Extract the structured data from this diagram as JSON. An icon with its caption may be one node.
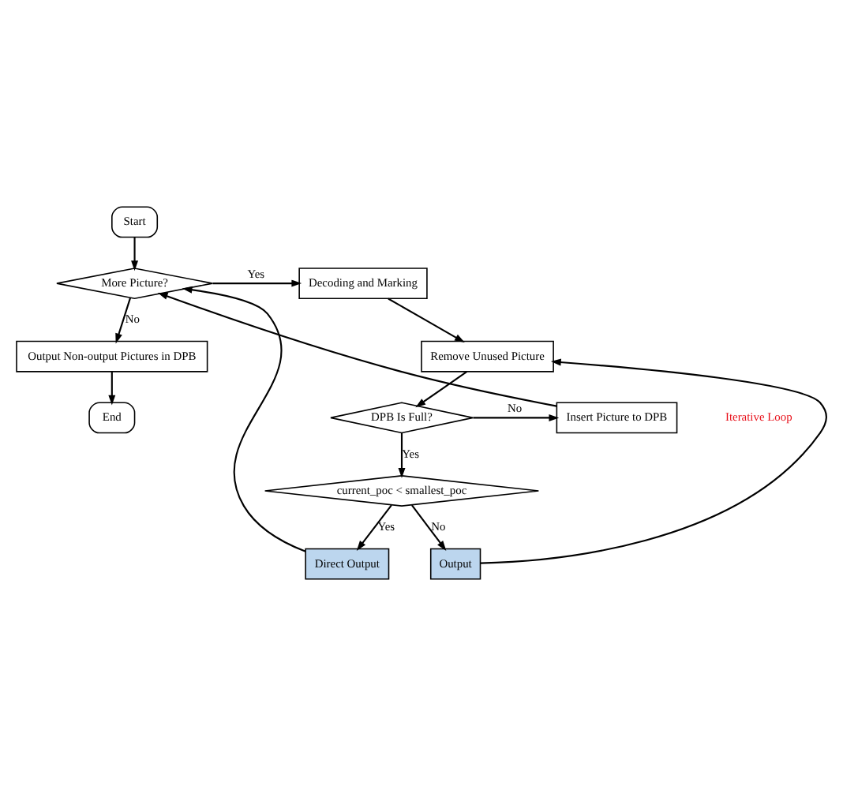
{
  "diagram": {
    "nodes": [
      {
        "text": [
          "Start"
        ]
      },
      {
        "text": [
          "More Picture?"
        ]
      },
      {
        "text": [
          "Decoding and Marking"
        ]
      },
      {
        "text": [
          "Output Non-output Pictures in DPB"
        ]
      },
      {
        "text": [
          "End"
        ]
      },
      {
        "text": [
          "Remove Unused Picture"
        ]
      },
      {
        "text": [
          "DPB Is Full?"
        ]
      },
      {
        "text": [
          "Insert Picture to DPB"
        ]
      },
      {
        "text": [
          "current_poc < smallest_poc"
        ]
      },
      {
        "text": [
          "Output"
        ]
      },
      {
        "text": [
          "Direct Output"
        ]
      }
    ],
    "edges": [
      {
        "from": 0,
        "to": 1,
        "arrow": "to"
      },
      {
        "from": 1,
        "to": 2,
        "arrow": "to",
        "label": "Yes"
      },
      {
        "from": 1,
        "to": 3,
        "arrow": "to",
        "label": "No"
      },
      {
        "from": 2,
        "to": 5,
        "arrow": "to"
      },
      {
        "from": 3,
        "to": 4,
        "arrow": "to"
      },
      {
        "from": 5,
        "to": 6,
        "arrow": "to"
      },
      {
        "from": 6,
        "to": 7,
        "arrow": "to",
        "label": "No"
      },
      {
        "from": 6,
        "to": 8,
        "arrow": "to",
        "label": "Yes"
      },
      {
        "from": 8,
        "to": 9,
        "arrow": "to",
        "label": "No"
      },
      {
        "from": 8,
        "to": 10,
        "arrow": "to",
        "label": "Yes"
      },
      {
        "from": 9,
        "to": 5,
        "arrow": "to"
      },
      {
        "from": 7,
        "to": 1,
        "arrow": "to"
      },
      {
        "from": 10,
        "to": 1,
        "arrow": "to"
      }
    ],
    "labels": [
      "Iterative Loop"
    ]
  }
}
